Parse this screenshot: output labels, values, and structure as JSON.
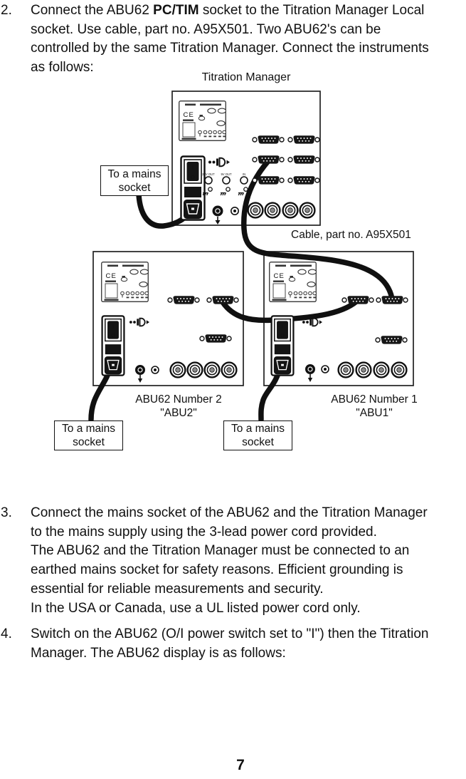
{
  "page": {
    "number": "7"
  },
  "instructions": {
    "i2": {
      "num": "2.",
      "l1_before": "Connect the ABU62 ",
      "l1_bold": "PC/TIM",
      "l1_after": " socket to the Titration Manager Local",
      "rest": [
        "socket. Use cable, part no. A95X501. Two ABU62's can be",
        "controlled by the same Titration Manager. Connect the instruments",
        "as follows:"
      ]
    },
    "i3": {
      "num": "3.",
      "lines": [
        "Connect the mains socket of the ABU62 and the Titration Manager",
        "to the mains supply using the 3-lead power cord provided.",
        "The ABU62 and the Titration Manager must be connected to an",
        "earthed mains socket for safety reasons. Efficient grounding is",
        "essential for reliable measurements and security.",
        "In the USA or Canada, use a UL listed power cord only."
      ]
    },
    "i4": {
      "num": "4.",
      "lines": [
        "Switch on the ABU62 (O/I power switch set to \"I\") then the Titration",
        "Manager. The ABU62 display is as follows:"
      ]
    }
  },
  "diagram": {
    "title": "Titration Manager",
    "cable_label": "Cable, part no. A95X501",
    "mains_socket_line1": "To a mains",
    "mains_socket_line2": "socket",
    "abu2_line1": "ABU62 Number 2",
    "abu2_line2": "\"ABU2\"",
    "abu1_line1": "ABU62 Number 1",
    "abu1_line2": "\"ABU1\"",
    "markings": {
      "ce_mark": "CE",
      "power_on": "I",
      "power_off": "O",
      "jack_22v_out": "22V OUT",
      "jack_9v_out": "9V OUT",
      "jack_in": "IN"
    },
    "colors": {
      "cable": "#101010",
      "connector_fill": "#161616",
      "bnc_center": "#8a8a8a"
    }
  }
}
